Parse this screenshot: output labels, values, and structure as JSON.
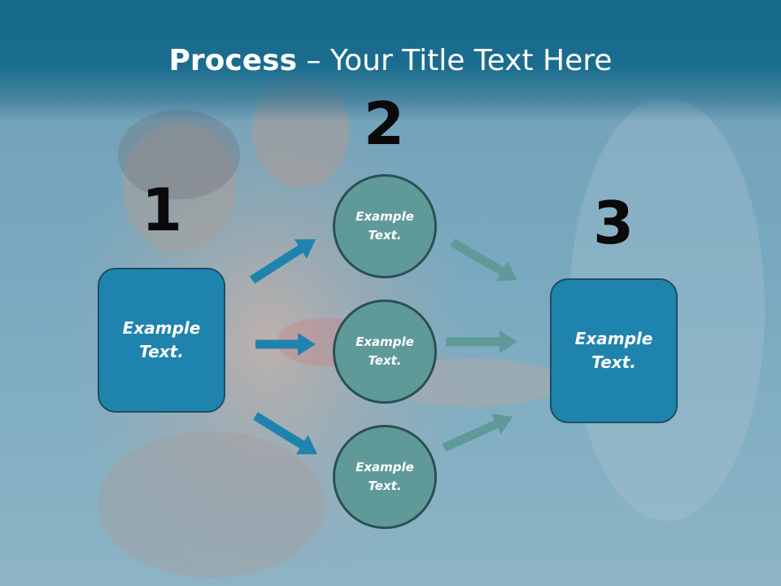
{
  "slide": {
    "title_bold": "Process",
    "title_rest": " – Your Title Text Here"
  },
  "steps": [
    {
      "number": "1",
      "text_line1": "Example",
      "text_line2": "Text."
    },
    {
      "number": "2"
    },
    {
      "number": "3",
      "text_line1": "Example",
      "text_line2": "Text."
    }
  ],
  "circles": [
    {
      "text_line1": "Example",
      "text_line2": "Text."
    },
    {
      "text_line1": "Example",
      "text_line2": "Text."
    },
    {
      "text_line1": "Example",
      "text_line2": "Text."
    }
  ],
  "colors": {
    "title_band": "#17698c",
    "box_fill": "#1f84ad",
    "circle_fill": "#5f9a99",
    "arrow_blue": "#1f84ad",
    "arrow_teal": "#5f9a99"
  }
}
